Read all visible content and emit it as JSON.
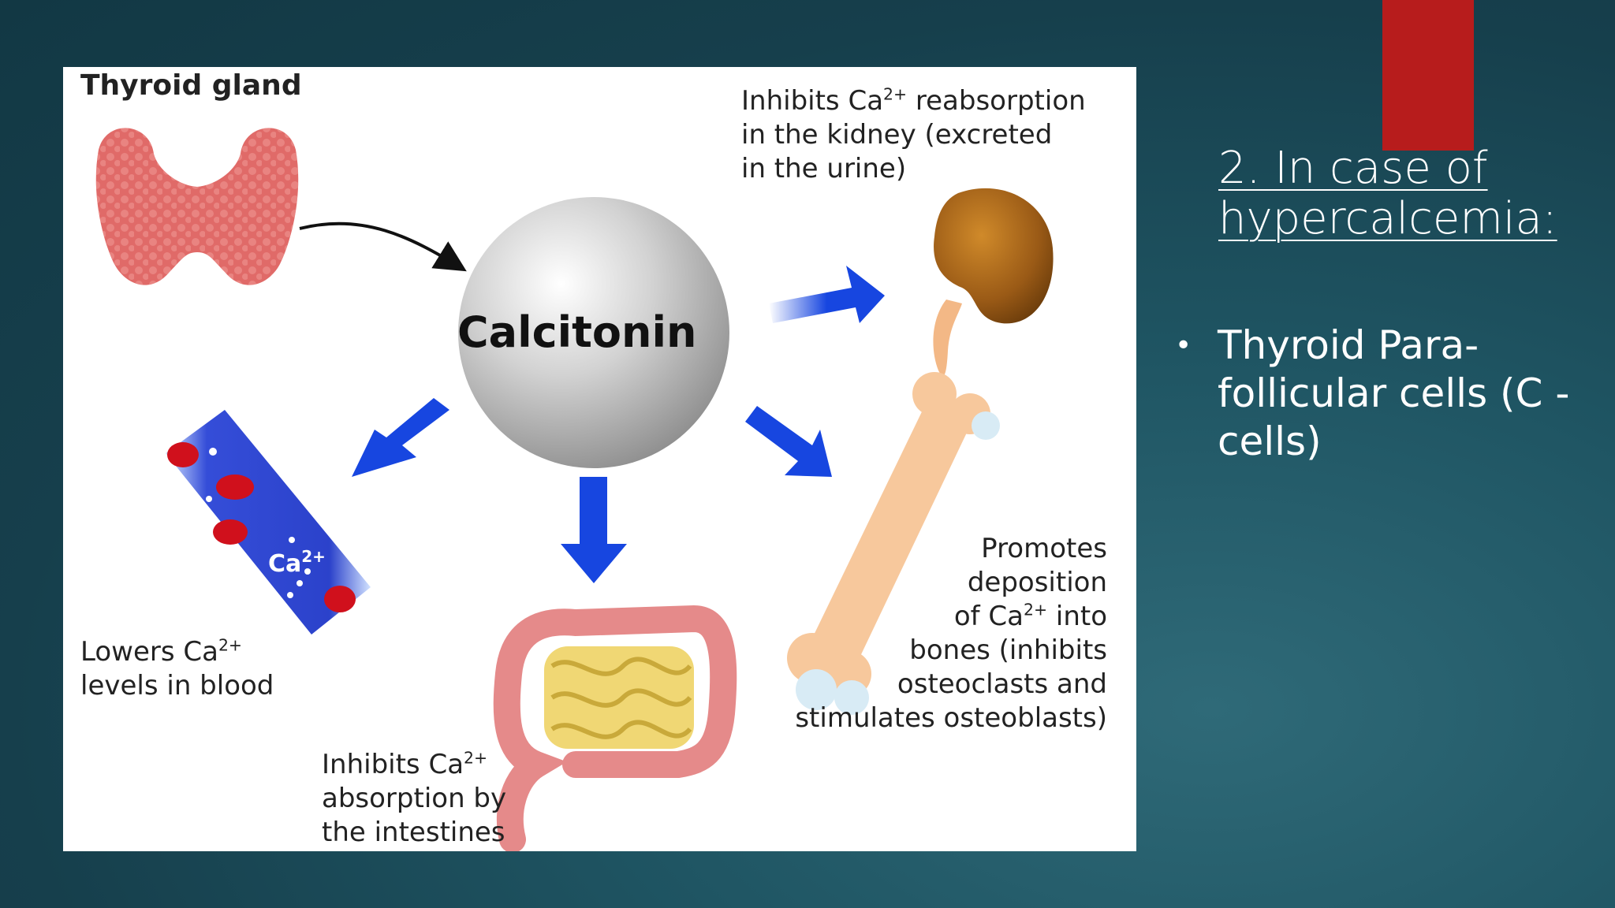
{
  "diagram": {
    "thyroid_label": "Thyroid gland",
    "center_label": "Calcitonin",
    "ca_badge_base": "Ca",
    "ca_badge_charge": "2+",
    "kidney_effect": {
      "pre": "Inhibits Ca",
      "sup": "2+",
      "post": " reabsorption\nin the kidney (excreted\nin the urine)"
    },
    "blood_effect": {
      "pre": "Lowers Ca",
      "sup": "2+",
      "post": "\nlevels in blood"
    },
    "intestine_effect": {
      "pre": "Inhibits Ca",
      "sup": "2+",
      "post": "\nabsorption by\nthe intestines"
    },
    "bone_effect": {
      "pre": "Promotes\ndeposition\nof Ca",
      "sup": "2+",
      "post": " into\nbones (inhibits\nosteoclasts and\nstimulates osteoblasts)"
    }
  },
  "slide": {
    "title_line1": "2. In case of",
    "title_line2": "hypercalcemia:",
    "bullet": "Thyroid Para-\nfollicular cells (C -\ncells)"
  },
  "colors": {
    "accent_bar": "#b71c1c",
    "arrow_blue": "#1746e0",
    "thyroid": "#e06a68",
    "background": "#1c4f5c"
  }
}
